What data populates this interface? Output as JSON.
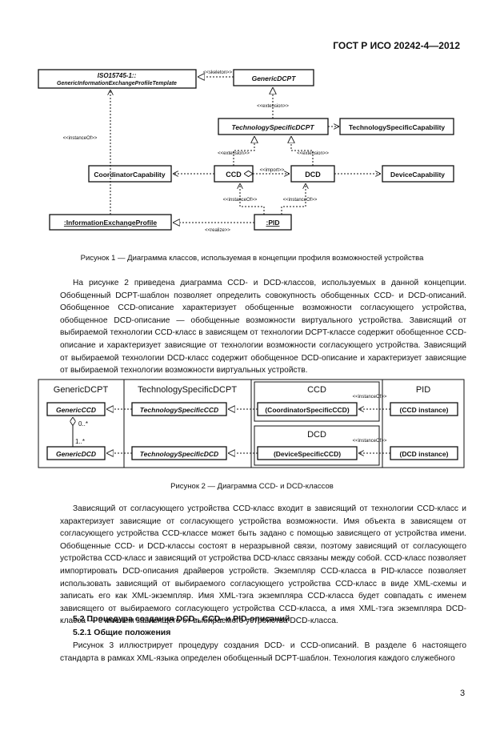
{
  "header": "ГОСТ Р ИСО 20242-4—2012",
  "figure1": {
    "template_line1": "ISO15745-1::",
    "template_line2": "GenericInformationExchangeProfileTemplate",
    "generic_dcpt": "GenericDCPT",
    "tech_dcpt": "TechnologySpecificDCPT",
    "tech_capability": "TechnologySpecificCapability",
    "coordinator_capability": "CoordinatorCapability",
    "ccd": "CCD",
    "dcd": "DCD",
    "device_capability": "DeviceCapability",
    "info_profile": ":InformationExchangeProfile",
    "pid": ":PID",
    "lbl_skeleton": "<<skeleton>>",
    "lbl_extension": "<<extension>>",
    "lbl_import": "<<import>>",
    "lbl_instanceof": "<<instanceOf>>",
    "lbl_realize": "<<realize>>",
    "caption": "Рисунок 1 — Диаграмма классов, используемая в концепции профиля возможностей устройства"
  },
  "para1": "На рисунке 2 приведена диаграмма CCD- и DCD-классов, используемых в данной концепции. Обобщенный DCPT-шаблон позволяет определить совокупность обобщенных CCD- и DCD-описаний. Обобщенное CCD-описание характеризует обобщенные возможности согласующего устройства, обобщенное DCD-описание — обобщенные возможности виртуального устройства. Зависящий от выбираемой технологии CCD-класс в зависящем от технологии DCPT-классе содержит обобщенное CCD-описание и характеризует зависящие от технологии возможности согласующего устройства. Зависящий от выбираемой технологии DCD-класс содержит обобщенное DCD-описание и характеризует зависящие от выбираемой технологии возможности виртуальных устройств.",
  "figure2": {
    "col_generic": "GenericDCPT",
    "col_tech": "TechnologySpecificDCPT",
    "col_ccd": "CCD",
    "col_dcd": "DCD",
    "col_pid": "PID",
    "generic_ccd": "GenericCCD",
    "generic_dcd": "GenericDCD",
    "tech_ccd": "TechnologySpecificCCD",
    "tech_dcd": "TechnologySpecificDCD",
    "coord_specific": "(CoordinatorSpecificCCD)",
    "device_specific": "(DeviceSpecificCCD)",
    "ccd_instance": "(CCD instance)",
    "dcd_instance": "(DCD instance)",
    "mult_top": "0..*",
    "mult_bottom": "1..*",
    "lbl_instanceof": "<<instanceOf>>",
    "caption": "Рисунок 2 — Диаграмма CCD- и DCD-классов"
  },
  "para2": "Зависящий от согласующего устройства CCD-класс входит в зависящий от технологии CCD-класс и характеризует зависящие от согласующего устройства возможности. Имя объекта в зависящем от согласующего устройства CCD-классе может быть задано с помощью зависящего от устройства имени. Обобщенные CCD- и DCD-классы состоят в неразрывной связи, поэтому зависящий от согласующего устройства CCD-класс и зависящий от устройства DCD-класс связаны между собой. CCD-класс позволяет импортировать DCD-описания драйверов устройств. Экземпляр CCD-класса в PID-классе позволяет использовать зависящий от выбираемого согласующего устройства CCD-класс в виде XML-схемы и записать его как XML-экземпляр. Имя XML-тэга экземпляра CCD-класса будет совпадать с именем зависящего от выбираемого согласующего устройства CCD-класса, а имя XML-тэга экземпляра DCD-класса — с именем зависящего от выбираемого устройства DCD-класса.",
  "section_52": "5.2 Процедура создания DCD-, CCD- и PID-описаний",
  "section_521": "5.2.1 Общие положения",
  "para3": "Рисунок 3 иллюстрирует процедуру создания DCD- и CCD-описаний. В разделе 6 настоящего стандарта в рамках XML-языка определен обобщенный DCPT-шаблон. Технология каждого служебного",
  "page_number": "3"
}
